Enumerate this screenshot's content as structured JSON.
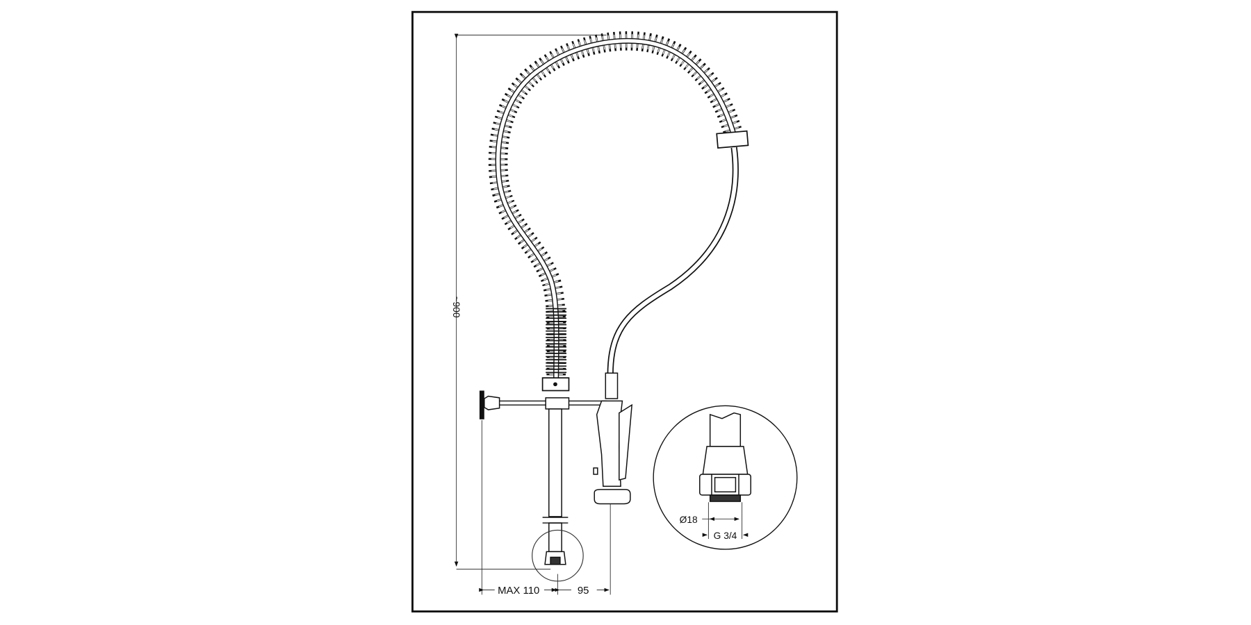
{
  "drawing": {
    "dimensions": {
      "height": "~900",
      "max_reach": "MAX 110",
      "offset": "95",
      "diameter": "Ø18",
      "thread": "G 3/4"
    }
  }
}
